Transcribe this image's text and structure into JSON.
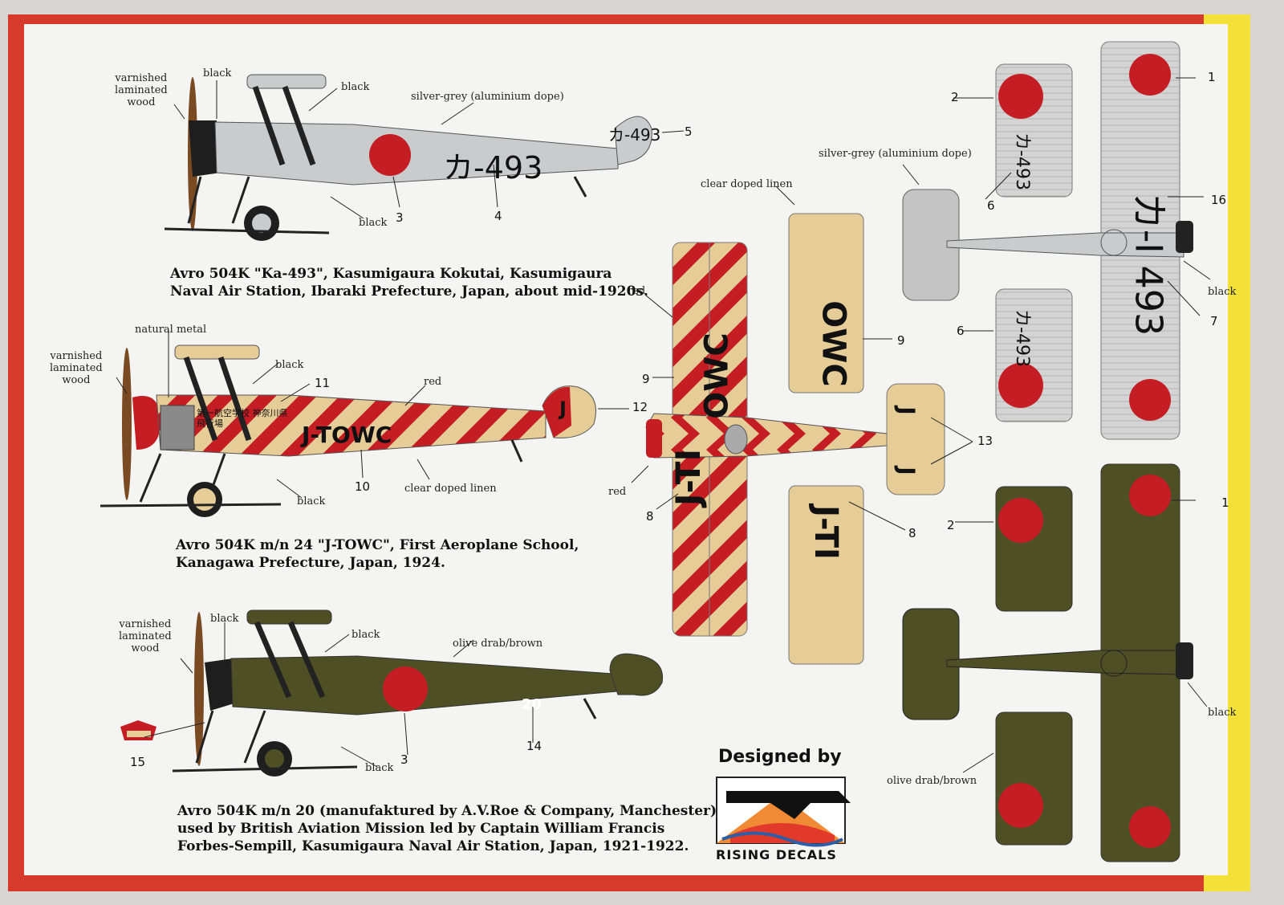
{
  "brand": {
    "designed_by": "Designed by",
    "name": "RISING DECALS"
  },
  "aircraft": [
    {
      "caption_line1": "Avro 504K \"Ka-493\", Kasumigaura Kokutai, Kasumigaura",
      "caption_line2": "Naval Air Station, Ibaraki Prefecture, Japan, about mid-1920s.",
      "fuselage_code": "カ-493",
      "rudder_code": "カ-493",
      "wing_code_top": "カ-493",
      "wing_code_bottom": "カ-493",
      "wing_code_big": "カ-I 493",
      "labels": {
        "wood": "varnished\nlaminated\nwood",
        "black1": "black",
        "black2": "black",
        "black3": "black",
        "black4": "black",
        "silver1": "silver-grey (aluminium dope)",
        "silver2": "silver-grey (aluminium dope)"
      },
      "callouts": [
        "1",
        "2",
        "3",
        "4",
        "5",
        "6",
        "6",
        "7",
        "16"
      ]
    },
    {
      "caption_line1": "Avro 504K m/n 24 \"J-TOWC\", First Aeroplane School,",
      "caption_line2": "Kanagawa Prefecture, Japan, 1924.",
      "fuselage_code": "J-TOWC",
      "rudder_code": "J",
      "school_text": "第一航空学校 神奈川県 飛行場",
      "wing_code_a": "J-TI",
      "wing_code_b": "OWC",
      "tail_code": "J",
      "labels": {
        "wood": "varnished\nlaminated\nwood",
        "natural_metal": "natural metal",
        "black1": "black",
        "black2": "black",
        "red1": "red",
        "red2": "red",
        "red3": "red",
        "linen1": "clear doped linen",
        "linen2": "clear doped linen"
      },
      "callouts": [
        "8",
        "8",
        "9",
        "9",
        "10",
        "11",
        "12",
        "13"
      ]
    },
    {
      "caption_line1": "Avro 504K m/n 20 (manufaktured by A.V.Roe & Company, Manchester)",
      "caption_line2": "used by British Aviation Mission led by Captain William Francis",
      "caption_line3": "Forbes-Sempill, Kasumigaura Naval Air Station, Japan, 1921-1922.",
      "fuselage_number": "20",
      "labels": {
        "wood": "varnished\nlaminated\nwood",
        "black1": "black",
        "black2": "black",
        "black3": "black",
        "black4": "black",
        "olive1": "olive drab/brown",
        "olive2": "olive drab/brown"
      },
      "callouts": [
        "1",
        "2",
        "3",
        "14",
        "15"
      ]
    }
  ],
  "colors": {
    "silver": "#c9cbcd",
    "linen": "#e6cc96",
    "red": "#c41e24",
    "olive": "#4f4f26",
    "border_red": "#d53a2a",
    "border_yellow": "#f3e13a"
  }
}
